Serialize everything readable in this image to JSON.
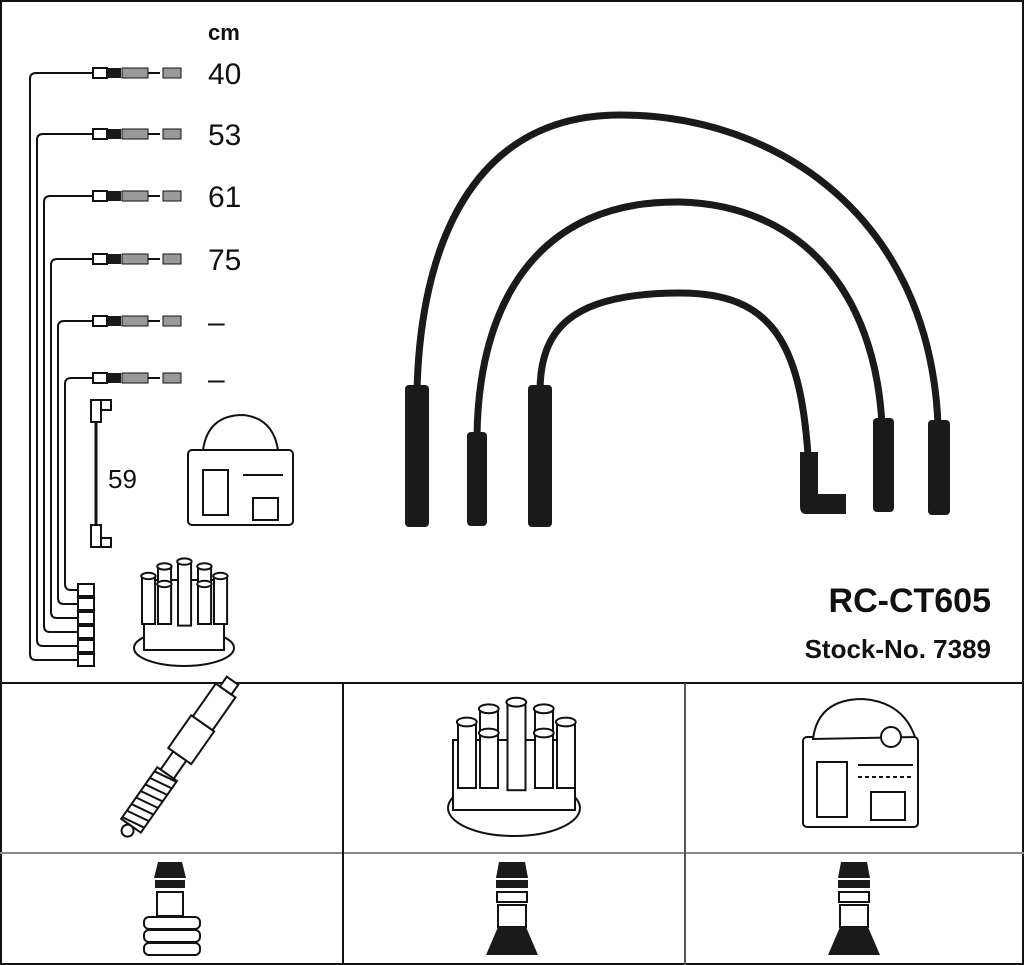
{
  "legend": {
    "unit": "cm",
    "lengths": [
      "40",
      "53",
      "61",
      "75",
      "–",
      "–"
    ],
    "coil_lead_length": "59"
  },
  "product": {
    "code": "RC-CT605",
    "stock_no": "Stock-No. 7389"
  },
  "components": {
    "row_parts": [
      "spark-plug",
      "distributor-cap",
      "ignition-coil"
    ],
    "row_terminals": [
      "plug-terminal-straight",
      "distributor-terminal",
      "coil-terminal"
    ]
  }
}
